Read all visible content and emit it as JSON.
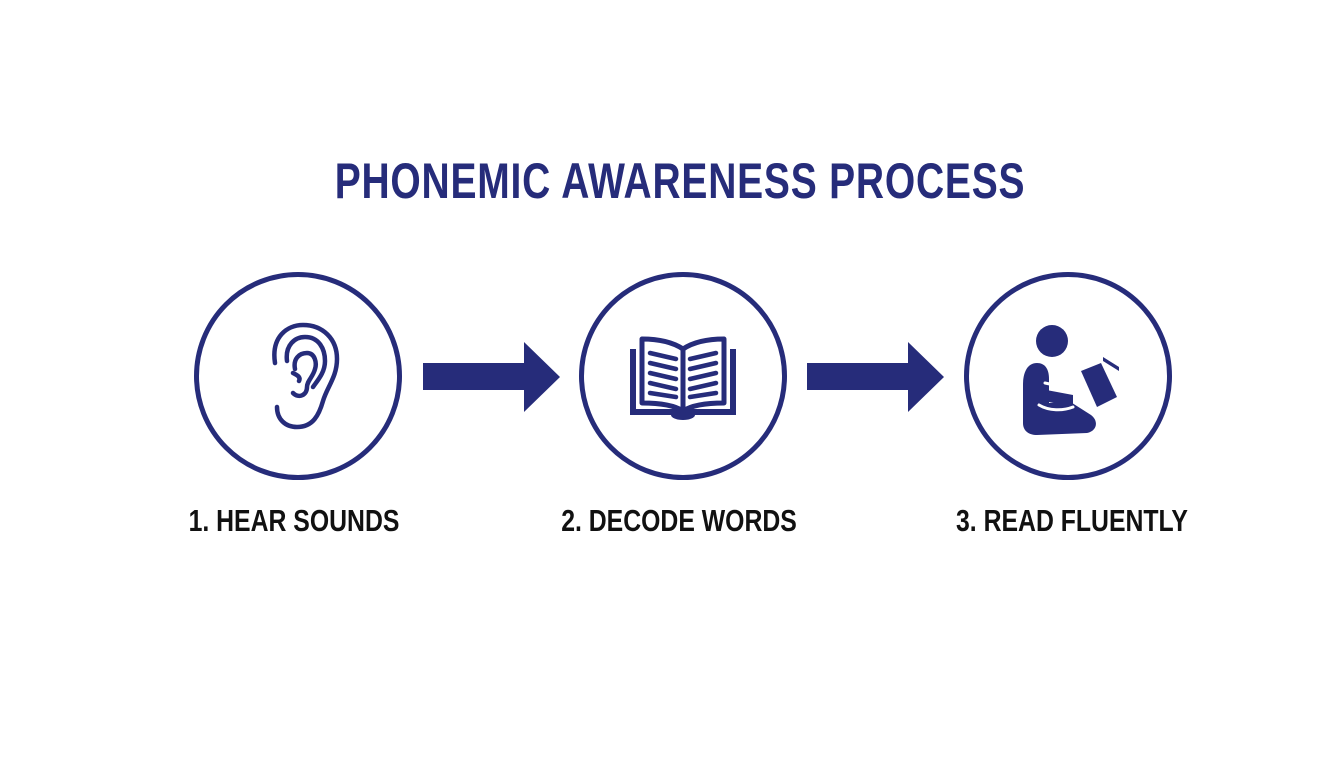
{
  "title": "PHONEMIC AWARENESS PROCESS",
  "colors": {
    "primary": "#262c7a",
    "label_text": "#111111",
    "background": "#ffffff"
  },
  "steps": [
    {
      "number": 1,
      "label": "1. HEAR SOUNDS",
      "icon": "ear-icon"
    },
    {
      "number": 2,
      "label": "2. DECODE WORDS",
      "icon": "open-book-icon"
    },
    {
      "number": 3,
      "label": "3. READ FLUENTLY",
      "icon": "person-reading-icon"
    }
  ],
  "connectors": [
    {
      "from": 1,
      "to": 2,
      "icon": "arrow-right-icon"
    },
    {
      "from": 2,
      "to": 3,
      "icon": "arrow-right-icon"
    }
  ]
}
